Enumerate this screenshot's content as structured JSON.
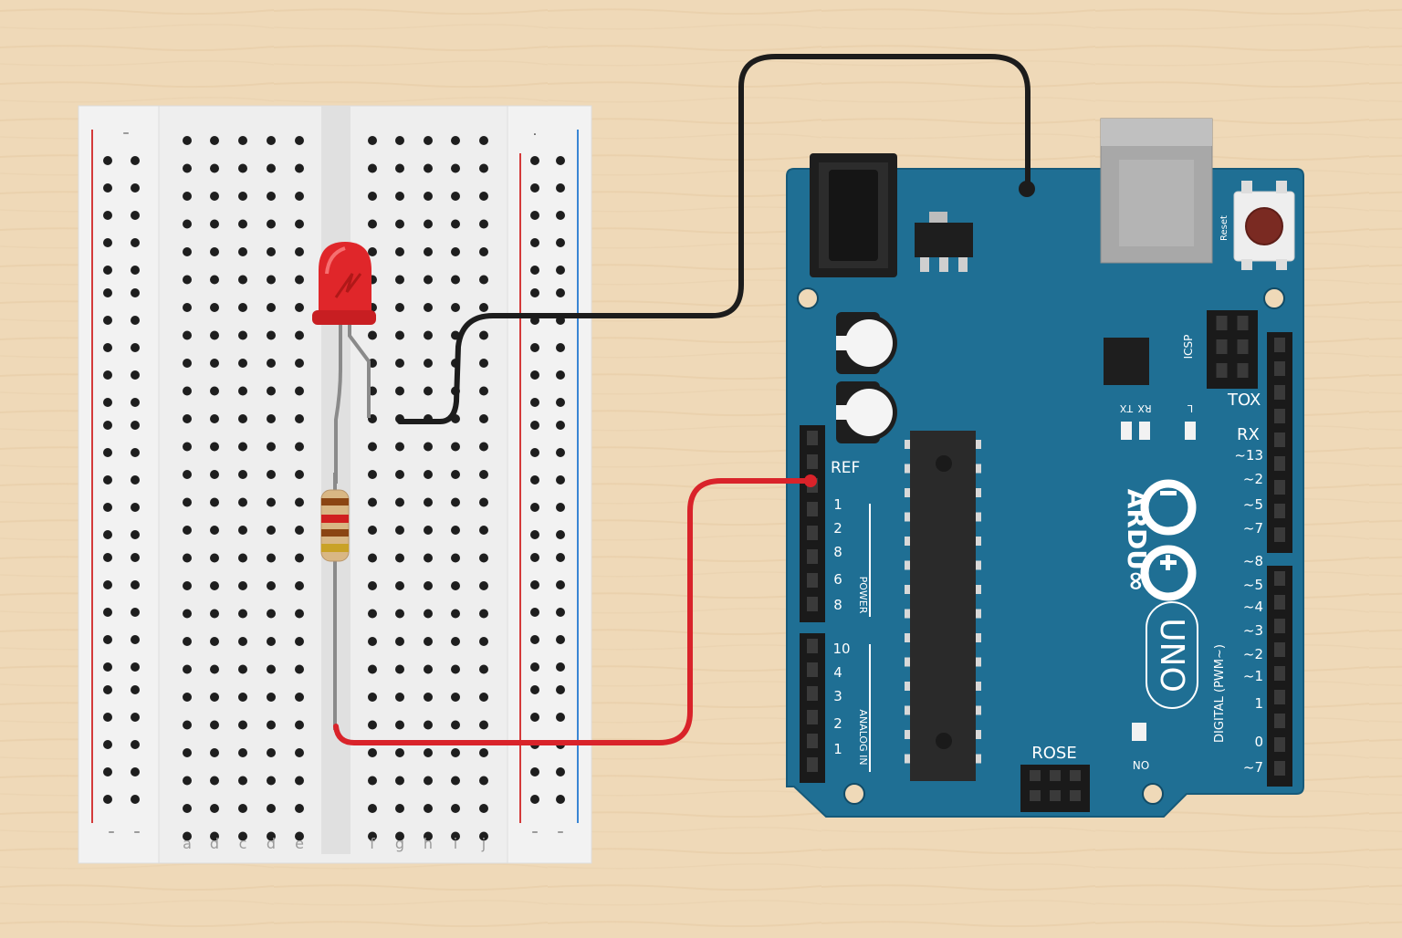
{
  "breadboard": {
    "column_letters_left": [
      "a",
      "d",
      "c",
      "d",
      "e"
    ],
    "column_letters_right": [
      "f",
      "g",
      "h",
      "i",
      "j"
    ],
    "rail_marks": [
      "–",
      "–",
      "–",
      "–",
      "·",
      "–"
    ]
  },
  "arduino": {
    "logo_text": "ARDU∞",
    "model": "UNO",
    "labels": {
      "ref": "REF",
      "tox": "TOX",
      "rx": "RX",
      "rose": "ROSE",
      "reset": "Reset",
      "led_l": "L",
      "on": "ON",
      "tx_led": "TX",
      "rx_led": "RX",
      "icsp": "ICSP",
      "power": "POWER",
      "analog": "ANALOG IN",
      "digital": "DIGITAL (PWM~)"
    },
    "left_pin_numbers": [
      "1",
      "2",
      "8",
      "6",
      "8"
    ],
    "left_pin_numbers_2": [
      "10",
      "4",
      "3",
      "2",
      "1"
    ],
    "right_pin_numbers": [
      "~13",
      "~2",
      "~5",
      "~7",
      "~8",
      "~5",
      "~4",
      "~3",
      "~2",
      "~1",
      "1",
      "0",
      "~7"
    ]
  },
  "components": {
    "led_color": "#e0262a",
    "resistor_bands": [
      "#8b4513",
      "#d02020",
      "#8b4513",
      "#c9a227"
    ]
  },
  "wires": {
    "ground_color": "#1c1c1c",
    "power_color": "#d9232a"
  },
  "colors": {
    "board_blue": "#1f6f94",
    "table": "#efd9b8",
    "breadboard": "#f1f1f1"
  }
}
